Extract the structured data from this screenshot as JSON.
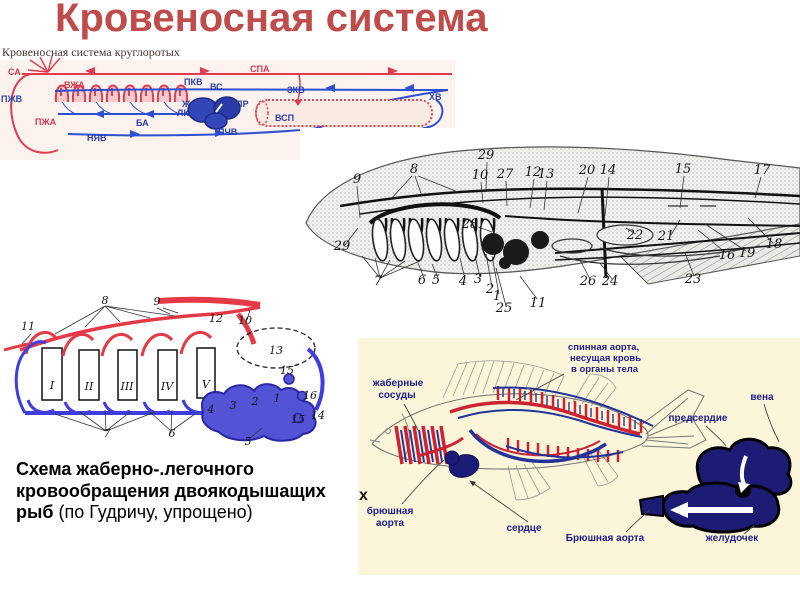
{
  "title": "Кровеносная система",
  "colors": {
    "title_red": "#bf4b4b",
    "artery_red": "#e23b50",
    "vein_blue": "#2d4fd1",
    "navy": "#1b1b78",
    "cream_bg": "#fbf6da",
    "pink_bg": "#fcf2ee"
  },
  "lamprey": {
    "heading": "Кровеносная система круглоротых",
    "labels": [
      "СА",
      "СПА",
      "ВЖА",
      "ПКВ",
      "ВС",
      "ЗКВ",
      "ХВ",
      "ПЖВ",
      "Ж",
      "ЛК",
      "ПР",
      "ПЖА",
      "БА",
      "НЯВ",
      "ПЧВ",
      "ВСП"
    ]
  },
  "anatomy": {
    "numbers": [
      "9",
      "8",
      "29",
      "10",
      "27",
      "12",
      "13",
      "20",
      "14",
      "15",
      "17",
      "28",
      "22",
      "21",
      "16",
      "19",
      "18",
      "29",
      "7",
      "6",
      "5",
      "4",
      "3",
      "2",
      "1",
      "25",
      "11",
      "26",
      "24",
      "23"
    ]
  },
  "lungfish": {
    "arches": [
      "I",
      "II",
      "III",
      "IV",
      "V"
    ],
    "numbers": [
      "11",
      "8",
      "9",
      "12",
      "10",
      "13",
      "15",
      "16",
      "1",
      "2",
      "3",
      "4",
      "15",
      "14",
      "5",
      "6",
      "7"
    ]
  },
  "caption": {
    "line1": "Схема жаберно-.легочного",
    "line2": "кровообращения двоякодышащих",
    "line3_bold": "рыб",
    "line3_rest": " (по Гудричу, упрощено)"
  },
  "fish": {
    "stray": "x",
    "gill1": "жаберные",
    "gill2": "сосуды",
    "dorsal1": "спинная аорта,",
    "dorsal2": "несущая кровь",
    "dorsal3": "в органы тела",
    "vein": "вена",
    "atrium": "предсердие",
    "ventral1a": "брюшная",
    "ventral1b": "аорта",
    "heart": "сердце",
    "ventral2": "Брюшная аорта",
    "ventricle": "желудочек"
  }
}
